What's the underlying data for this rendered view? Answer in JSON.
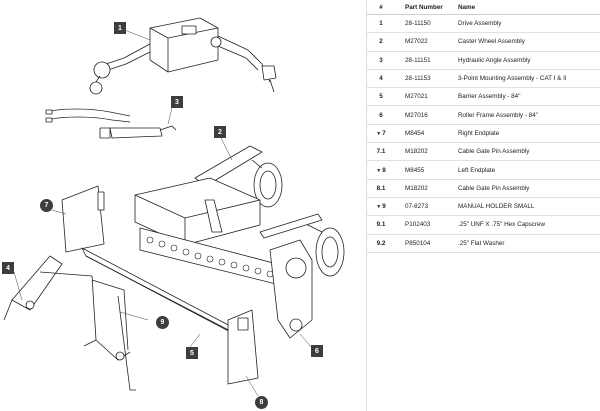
{
  "table": {
    "headers": {
      "num": "#",
      "part_number": "Part Number",
      "name": "Name"
    },
    "rows": [
      {
        "num": "1",
        "expanded": false,
        "part_number": "28-11150",
        "name": "Drive Assembly"
      },
      {
        "num": "2",
        "expanded": false,
        "part_number": "M27022",
        "name": "Caster Wheel Assembly"
      },
      {
        "num": "3",
        "expanded": false,
        "part_number": "28-11151",
        "name": "Hydraulic Angle Assembly"
      },
      {
        "num": "4",
        "expanded": false,
        "part_number": "28-11153",
        "name": "3-Point Mounting Assembly - CAT I & II"
      },
      {
        "num": "5",
        "expanded": false,
        "part_number": "M27021",
        "name": "Barrier Assembly - 84\""
      },
      {
        "num": "6",
        "expanded": false,
        "part_number": "M27016",
        "name": "Roller Frame Assembly - 84\""
      },
      {
        "num": "7",
        "expanded": true,
        "part_number": "M8454",
        "name": "Right Endplate"
      },
      {
        "num": "7.1",
        "expanded": false,
        "part_number": "M18202",
        "name": "Cable Gate Pin Assembly"
      },
      {
        "num": "8",
        "expanded": true,
        "part_number": "M8455",
        "name": "Left Endplate"
      },
      {
        "num": "8.1",
        "expanded": false,
        "part_number": "M18202",
        "name": "Cable Gate Pin Assembly"
      },
      {
        "num": "9",
        "expanded": true,
        "part_number": "07-8273",
        "name": "MANUAL HOLDER SMALL"
      },
      {
        "num": "9.1",
        "expanded": false,
        "part_number": "P102403",
        "name": ".25\" UNF X .75\" Hex Capscrew"
      },
      {
        "num": "9.2",
        "expanded": false,
        "part_number": "P850104",
        "name": ".25\" Flat Washer"
      }
    ]
  },
  "callouts": [
    {
      "label": "1"
    },
    {
      "label": "2"
    },
    {
      "label": "3"
    },
    {
      "label": "4"
    },
    {
      "label": "5"
    },
    {
      "label": "6"
    },
    {
      "label": "7"
    },
    {
      "label": "8"
    },
    {
      "label": "9"
    }
  ]
}
